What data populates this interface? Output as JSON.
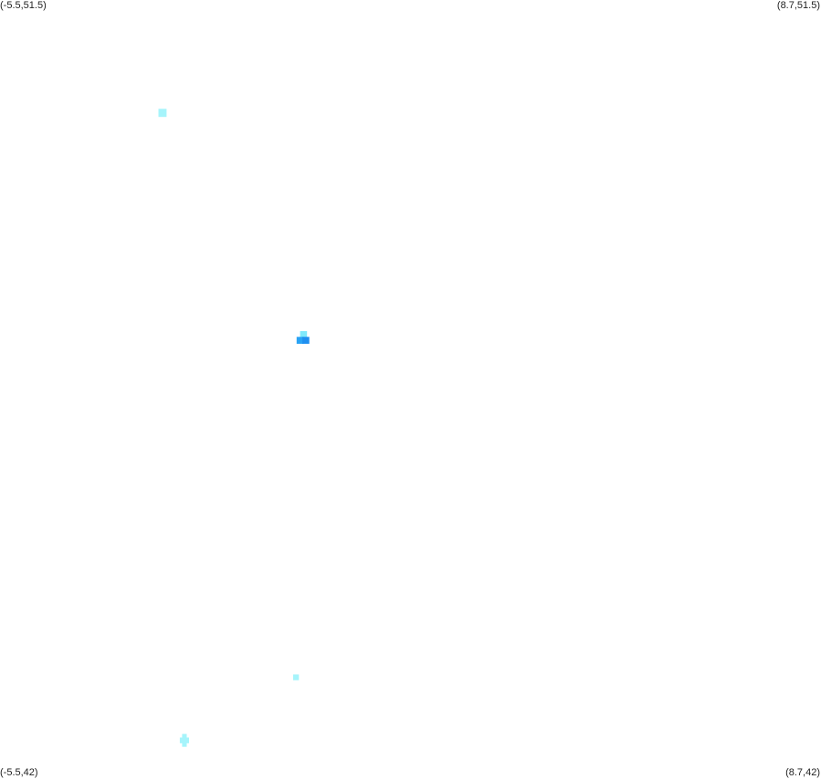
{
  "corners": {
    "top_left": "(-5.5,51.5)",
    "top_right": "(8.7,51.5)",
    "bottom_left": "(-5.5,42)",
    "bottom_right": "(8.7,42)"
  },
  "bounds": {
    "lon_min": -5.5,
    "lon_max": 8.7,
    "lat_min": 42,
    "lat_max": 51.5
  },
  "colors": {
    "light_cyan": "#a6f4fb",
    "medium_cyan": "#7fe9fb",
    "blue": "#29a3f5",
    "deep_blue": "#1f8ff0"
  },
  "cells": [
    {
      "lon": -2.69,
      "lat": 50.12,
      "size": 0.14,
      "color": "light_cyan"
    },
    {
      "lon": -0.25,
      "lat": 47.41,
      "size": 0.12,
      "color": "medium_cyan"
    },
    {
      "lon": -0.31,
      "lat": 47.34,
      "size": 0.12,
      "color": "blue"
    },
    {
      "lon": -0.21,
      "lat": 47.34,
      "size": 0.12,
      "color": "deep_blue"
    },
    {
      "lon": -0.38,
      "lat": 43.22,
      "size": 0.1,
      "color": "light_cyan"
    },
    {
      "lon": -2.34,
      "lat": 42.45,
      "size": 0.1,
      "color": "light_cyan"
    },
    {
      "lon": -2.28,
      "lat": 42.45,
      "size": 0.1,
      "color": "light_cyan"
    },
    {
      "lon": -2.31,
      "lat": 42.5,
      "size": 0.08,
      "color": "light_cyan"
    },
    {
      "lon": -2.31,
      "lat": 42.4,
      "size": 0.08,
      "color": "light_cyan"
    }
  ]
}
